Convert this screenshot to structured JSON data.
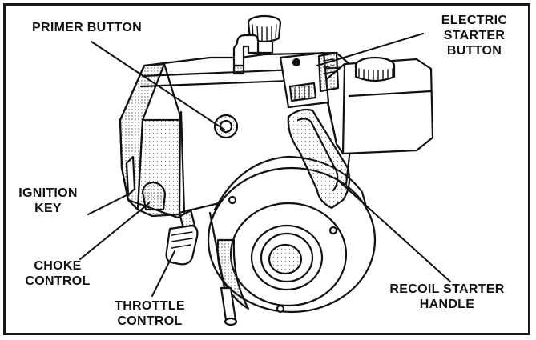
{
  "labels": {
    "primer_button": "PRIMER BUTTON",
    "electric_starter_line1": "ELECTRIC",
    "electric_starter_line2": "STARTER",
    "electric_starter_line3": "BUTTON",
    "ignition_key_line1": "IGNITION",
    "ignition_key_line2": "KEY",
    "choke_control_line1": "CHOKE",
    "choke_control_line2": "CONTROL",
    "throttle_control_line1": "THROTTLE",
    "throttle_control_line2": "CONTROL",
    "recoil_starter_line1": "RECOIL STARTER",
    "recoil_starter_line2": "HANDLE"
  }
}
